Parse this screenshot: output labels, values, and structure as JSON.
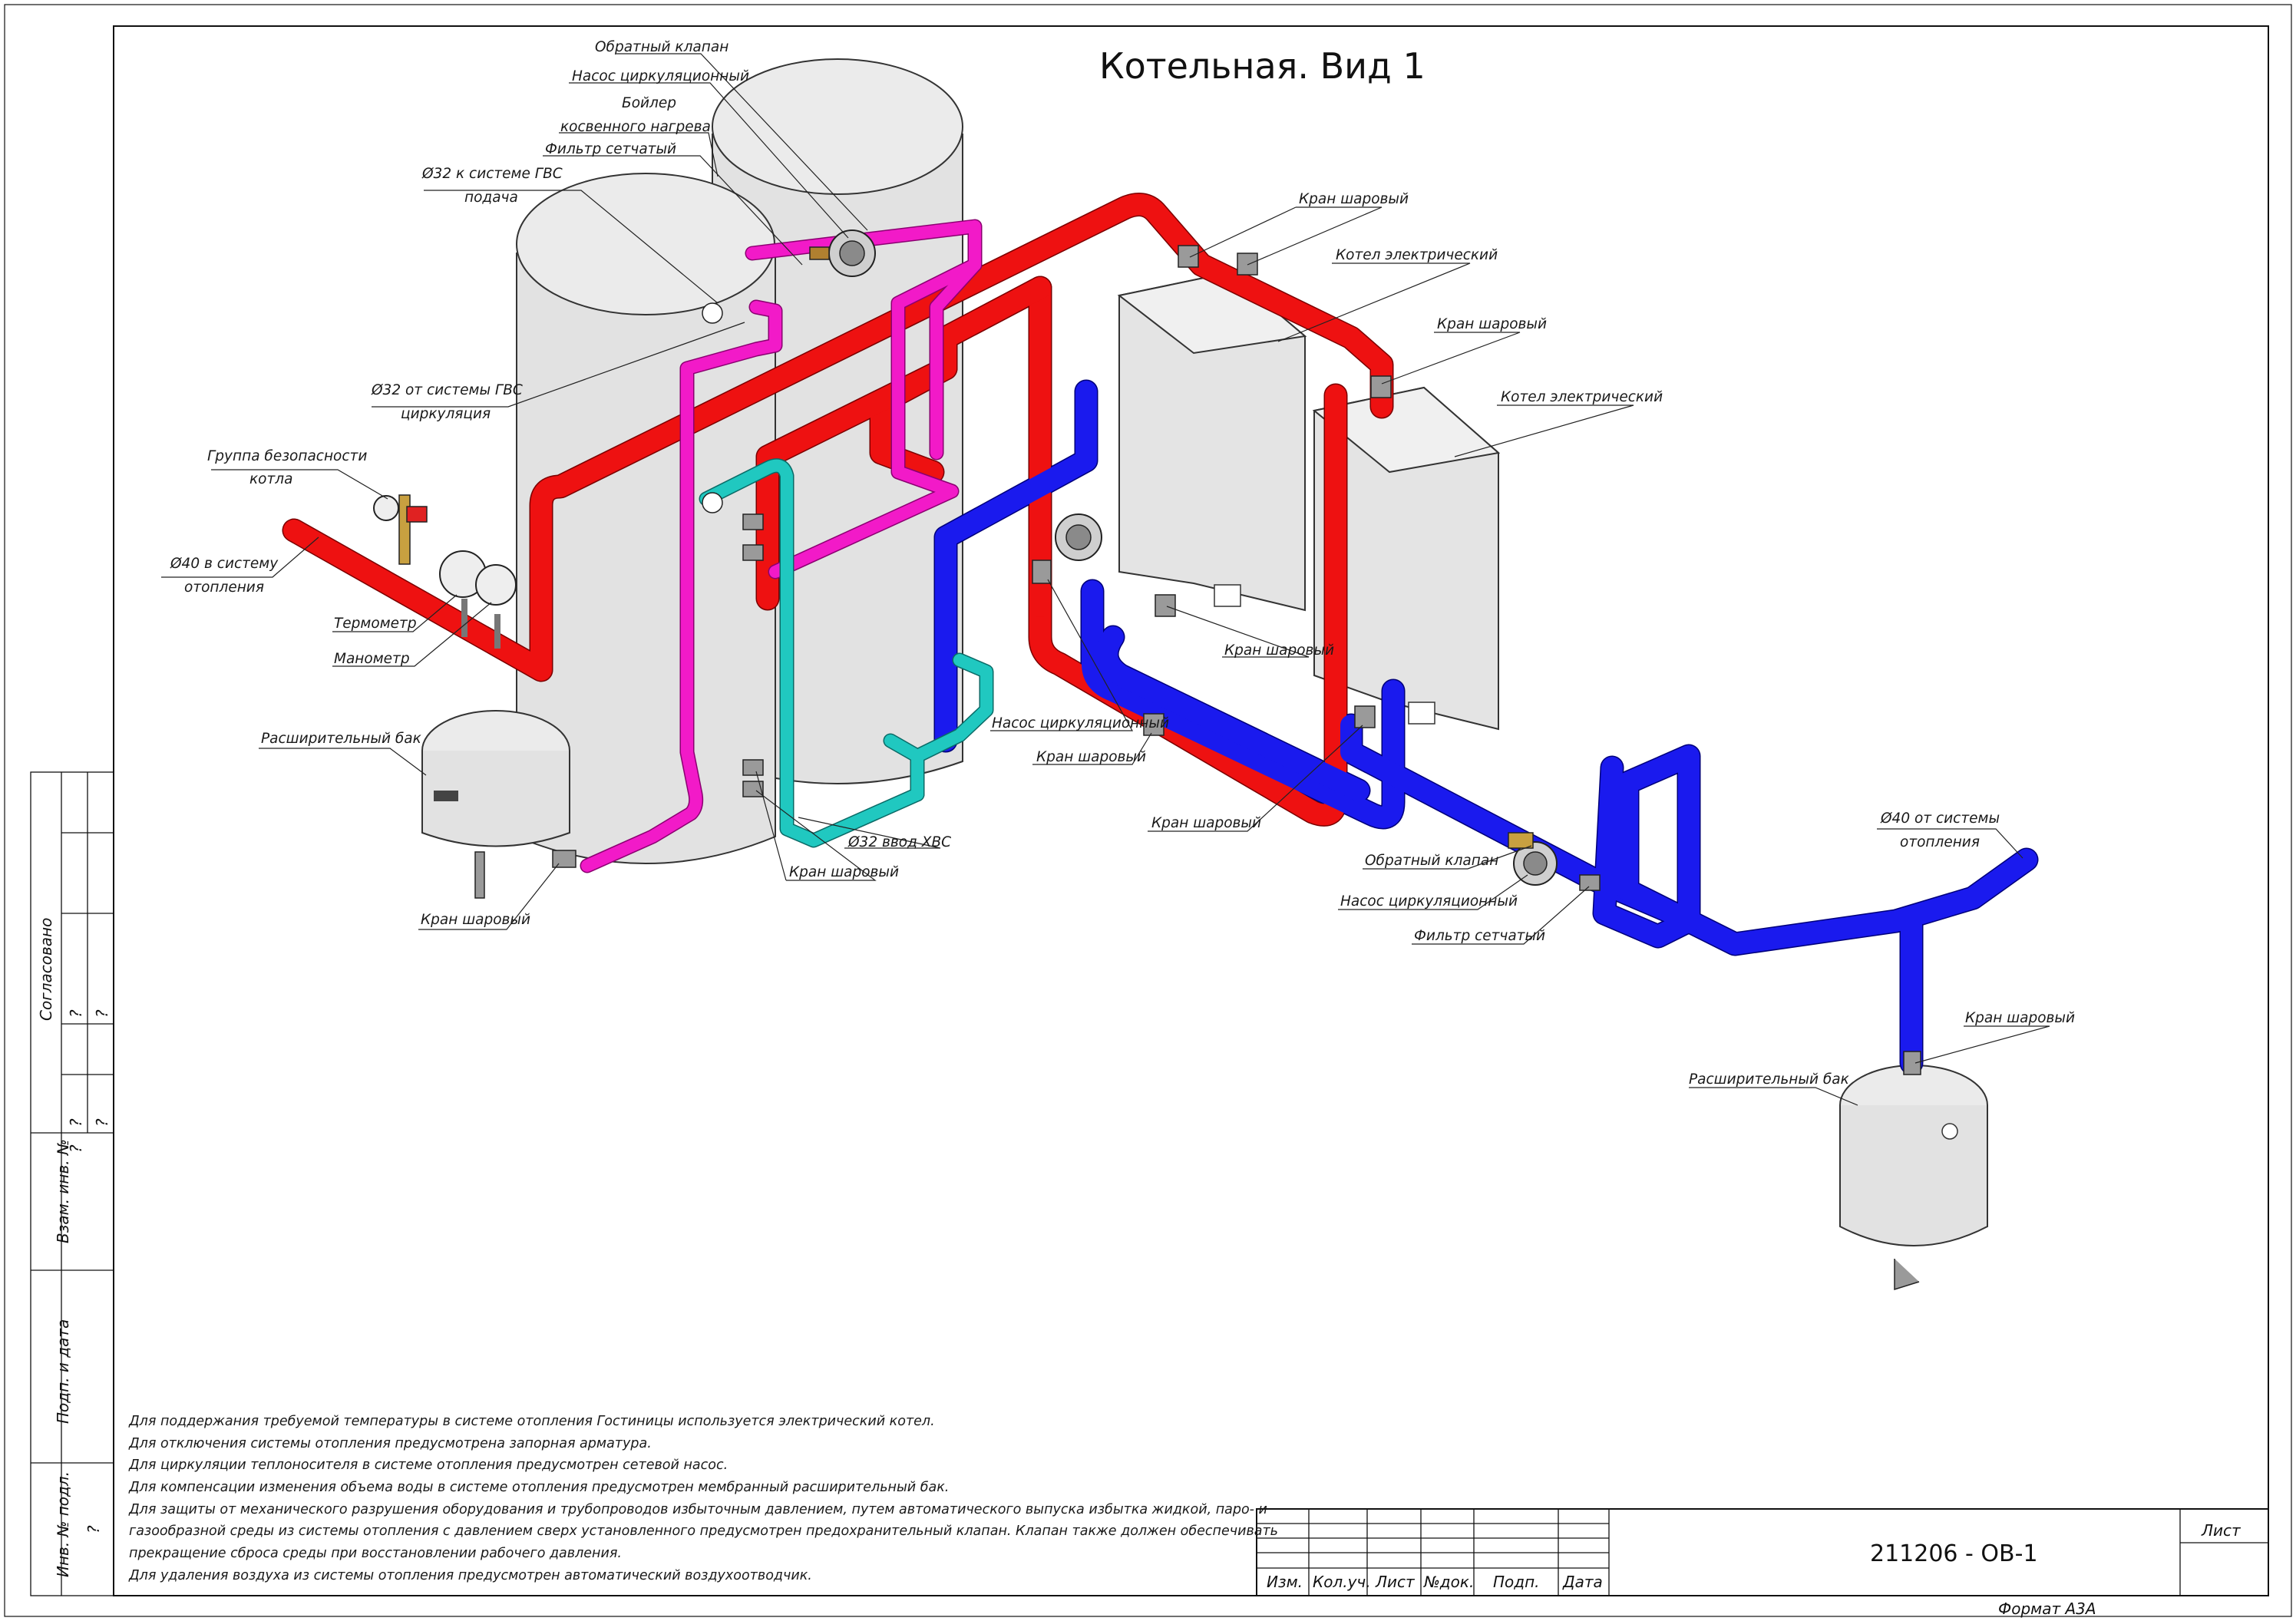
{
  "drawing": {
    "title": "Котельная. Вид 1"
  },
  "labels": {
    "check_valve_1": "Обратный клапан",
    "pump_1": "Насос циркуляционный",
    "boiler_indirect_l1": "Бойлер",
    "boiler_indirect_l2": "косвенного нагрева",
    "filter_1": "Фильтр сетчатый",
    "dhw_supply_l1": "Ø32 к системе ГВС",
    "dhw_supply_l2": "подача",
    "dhw_recirc_l1": "Ø32 от системы ГВС",
    "dhw_recirc_l2": "циркуляция",
    "safety_group_l1": "Группа безопасности",
    "safety_group_l2": "котла",
    "heating_supply_l1": "Ø40 в систему",
    "heating_supply_l2": "отопления",
    "thermometer": "Термометр",
    "manometer": "Манометр",
    "expansion_tank_1": "Расширительный бак",
    "ball_valve_tank": "Кран шаровый",
    "cold_water_in": "Ø32 ввод ХВС",
    "ball_valve_cw": "Кран шаровый",
    "pump_2": "Насос циркуляционный",
    "ball_valve_pump": "Кран шаровый",
    "ball_valve_low": "Кран шаровый",
    "ball_valve_boiler1_bottom": "Кран шаровый",
    "ball_valve_top1": "Кран шаровый",
    "electric_boiler_1": "Котел электрический",
    "ball_valve_top2": "Кран шаровый",
    "electric_boiler_2": "Котел электрический",
    "check_valve_2": "Обратный клапан",
    "pump_3": "Насос циркуляционный",
    "filter_2": "Фильтр сетчатый",
    "heating_return_l1": "Ø40 от системы",
    "heating_return_l2": "отопления",
    "ball_valve_tank2": "Кран шаровый",
    "expansion_tank_2": "Расширительный бак"
  },
  "notes": [
    "Для поддержания требуемой температуры в системе отопления Гостиницы используется электрический котел.",
    "Для отключения системы отопления предусмотрена запорная арматура.",
    "Для циркуляции теплоносителя в системе отопления предусмотрен сетевой насос.",
    "Для компенсации изменения объема воды в системе отопления предусмотрен мембранный расширительный бак.",
    "Для защиты от механического разрушения оборудования и трубопроводов избыточным давлением, путем автоматического выпуска избытка жидкой, паро- и",
    "газообразной среды из системы отопления с давлением сверх установленного предусмотрен предохранительный клапан. Клапан также должен обеспечивать",
    "прекращение сброса среды при восстановлении рабочего давления.",
    "Для удаления воздуха из системы отопления предусмотрен автоматический воздухоотводчик."
  ],
  "title_block": {
    "columns": [
      "Изм.",
      "Кол.уч.",
      "Лист",
      "№док.",
      "Подп.",
      "Дата"
    ],
    "designation": "211206 - ОВ-1",
    "sheet_label": "Лист",
    "format": "Формат А3А"
  },
  "side_stamp": {
    "agreed": "Согласовано",
    "vzam": "Взам. инв. №",
    "podp_data": "Подп. и дата",
    "inv_podl": "Инв. № подл.",
    "placeholder": "?"
  },
  "colors": {
    "supply_pipe": "#ee1111",
    "return_pipe": "#1a1aee",
    "dhw_pipe": "#f21ac8",
    "cold_water_pipe": "#20c8c0",
    "equipment": "#e2e2e2"
  }
}
